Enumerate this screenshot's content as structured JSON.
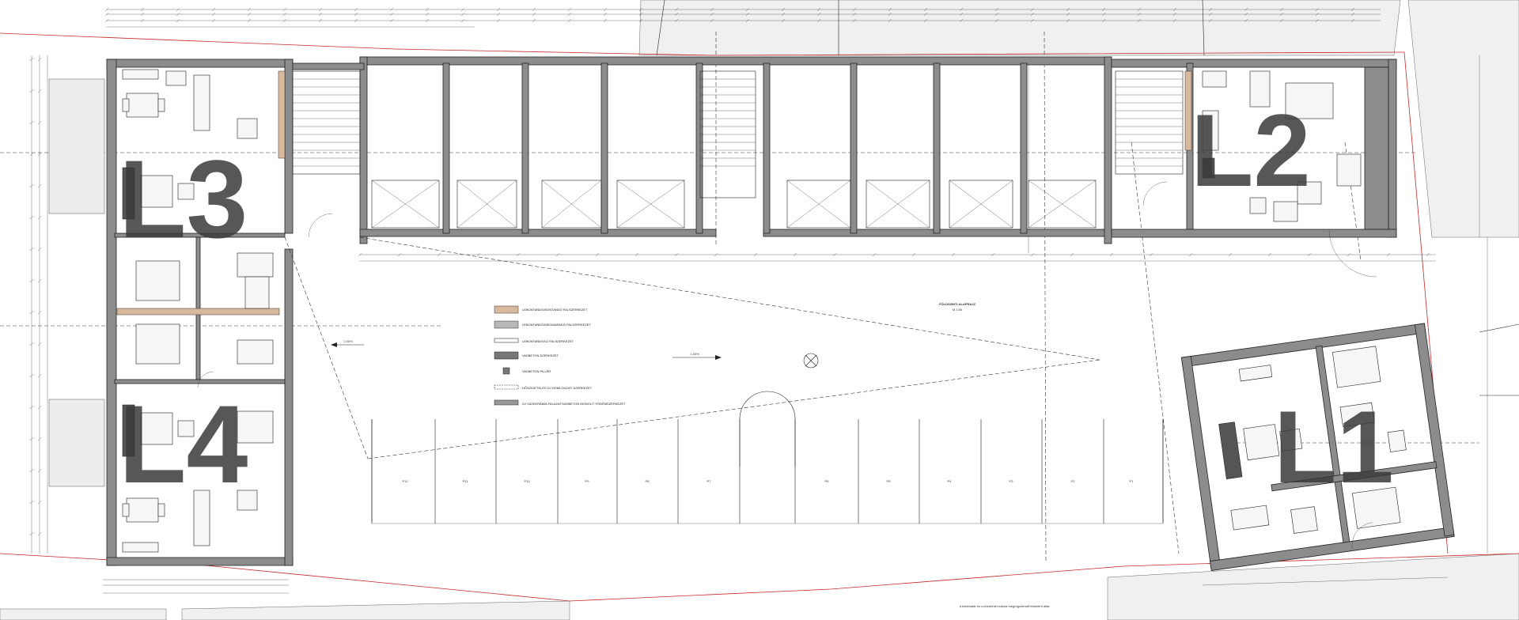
{
  "plan_title": "FÖLDSZINTI ALAPRAJZ",
  "plan_scale": "M 1:50",
  "units": {
    "L1": "L1",
    "L2": "L2",
    "L3": "L3",
    "L4": "L4"
  },
  "slope_labels": [
    "2.00%",
    "1.00%"
  ],
  "parking_spaces": [
    "P12",
    "P11",
    "P10",
    "P9",
    "P8",
    "P7",
    "P6",
    "P5",
    "P4",
    "P3",
    "P2",
    "P1"
  ],
  "legend": [
    "LEBONTANDÓ/BONTANDÓ FALSZERKEZET",
    "LEBONTANDÓ/MEGMARADÓ FALSZERKEZET",
    "LEBONTANDÓ/ÚJ FALSZERKEZET",
    "VASBETON SZERKEZET",
    "VASBETON PILLÉR",
    "HŐSZIGETELÉS ÚJ HOMLOKZATI SZERKEZET",
    "ÚJ VÁZKERÁMIA FALAZAT/VASBETON MONOLIT FÖDÉMSZERKEZET"
  ],
  "footer_note": "A telekhatár és a közterület határa megrögzítendő földmérő által.",
  "colors": {
    "wall": "#8c8c8c",
    "boundary": "#c62828",
    "partition": "#d8b99c",
    "label": "#3a3a3a"
  }
}
